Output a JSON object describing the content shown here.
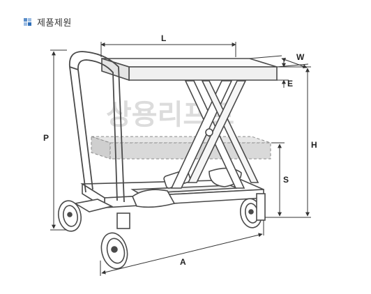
{
  "header": {
    "title": "제품제원",
    "bullet_icon": "square-bullet-icon",
    "bullet_color": "#5b8ec9"
  },
  "watermark": "상용리프트",
  "dimensions": {
    "L": "L",
    "W": "W",
    "E": "E",
    "H": "H",
    "S": "S",
    "P": "P",
    "A": "A"
  },
  "colors": {
    "line": "#4a4a4a",
    "platform_fill": "#f4f4f4",
    "lowered_fill": "#d9d9d9",
    "dashed": "#8a8a8a",
    "wheel_tire": "#444444"
  }
}
